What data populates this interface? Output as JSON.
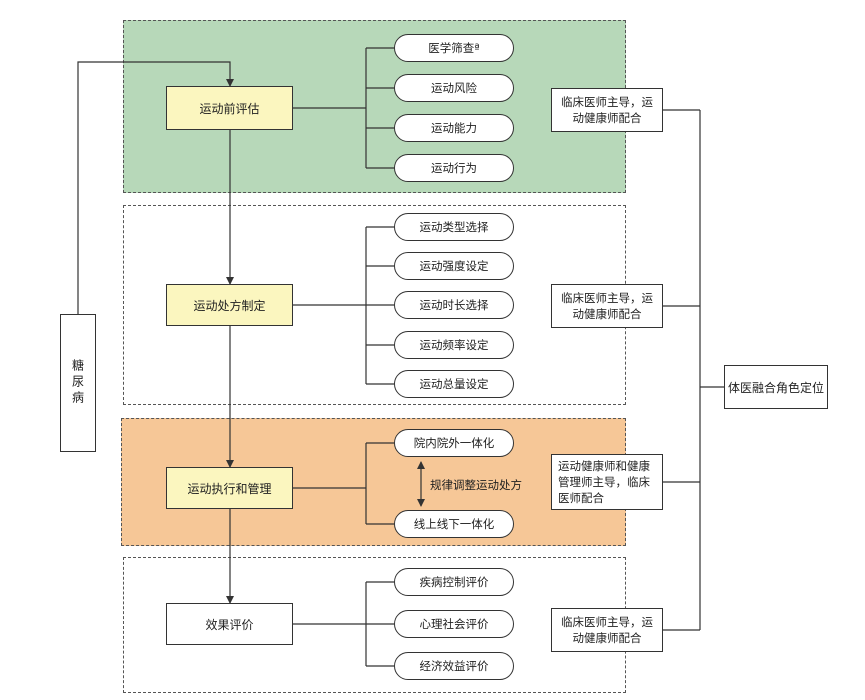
{
  "side_label": "糖尿病",
  "position_label": "体医融合角色定位",
  "stages": [
    {
      "label": "运动前评估",
      "items": [
        "医学筛查ª",
        "运动风险",
        "运动能力",
        "运动行为"
      ],
      "role": "临床医师主导，运动健康师配合"
    },
    {
      "label": "运动处方制定",
      "items": [
        "运动类型选择",
        "运动强度设定",
        "运动时长选择",
        "运动频率设定",
        "运动总量设定"
      ],
      "role": "临床医师主导，运动健康师配合"
    },
    {
      "label": "运动执行和管理",
      "items": [
        "院内院外一体化",
        "线上线下一体化"
      ],
      "note": "规律调整运动处方",
      "role": "运动健康师和健康管理师主导，临床医师配合"
    },
    {
      "label": "效果评价",
      "items": [
        "疾病控制评价",
        "心理社会评价",
        "经济效益评价"
      ],
      "role": "临床医师主导，运动健康师配合"
    }
  ],
  "colors": {
    "panel_1": "#b7d8b9",
    "panel_3": "#f6c797",
    "stage_fill": "#fbf6bf",
    "line": "#333333"
  }
}
